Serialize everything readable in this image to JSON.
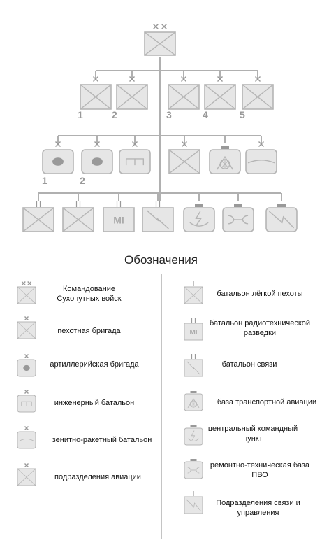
{
  "legend": {
    "title": "Обозначения",
    "items": [
      {
        "key": "command",
        "label": "Командование Сухопутных войск"
      },
      {
        "key": "infantry_brigade",
        "label": "пехотная бригада"
      },
      {
        "key": "artillery_brigade",
        "label": "артиллерийская бригада"
      },
      {
        "key": "engineer_battalion",
        "label": "инженерный батальон"
      },
      {
        "key": "sam_battalion",
        "label": "зенитно-ракетный батальон"
      },
      {
        "key": "aviation_units",
        "label": "подразделения авиации"
      },
      {
        "key": "light_infantry_battalion",
        "label": "батальон лёгкой пехоты"
      },
      {
        "key": "radio_recon_battalion",
        "label": "батальон радиотехнической разведки"
      },
      {
        "key": "signal_battalion",
        "label": "батальон связи"
      },
      {
        "key": "transport_aviation_base",
        "label": "база транспортной авиации"
      },
      {
        "key": "central_command_post",
        "label": "центральный командный пункт"
      },
      {
        "key": "ad_repair_base",
        "label": "ремонтно-техническая база ПВО"
      },
      {
        "key": "signal_control_units",
        "label": "Подразделения связи и управления"
      }
    ]
  },
  "tree": {
    "brigade_numbers": [
      "1",
      "2",
      "3",
      "4",
      "5"
    ],
    "artillery_numbers": [
      "1",
      "2"
    ],
    "mi_label": "MI"
  },
  "colors": {
    "fill": "#e6e6e6",
    "stroke": "#b5b5b5",
    "line": "#b0b0b0",
    "dark": "#999999"
  }
}
